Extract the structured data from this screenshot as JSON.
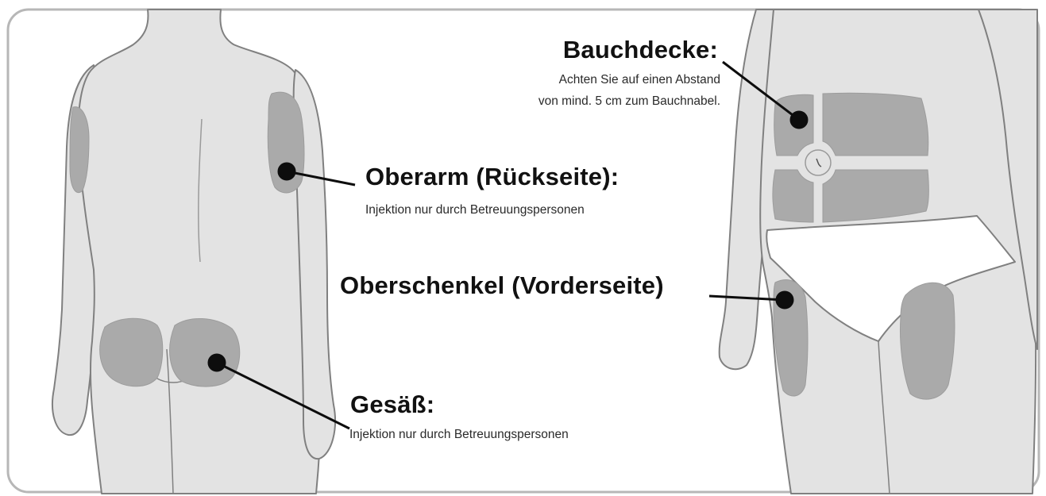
{
  "colors": {
    "skin": "#e3e3e3",
    "skin_outline": "#808080",
    "zone": "#aaaaaa",
    "dot": "#0d0d0d",
    "frame": "#b7b7b7",
    "text": "#111111"
  },
  "labels": {
    "bauchdecke": {
      "title": "Bauchdecke:",
      "note_line1": "Achten Sie auf einen Abstand",
      "note_line2": "von mind. 5 cm zum Bauchnabel."
    },
    "oberarm": {
      "title": "Oberarm (Rückseite):",
      "note": "Injektion nur durch Betreuungspersonen"
    },
    "oberschenkel": {
      "title": "Oberschenkel (Vorderseite)"
    },
    "gesaess": {
      "title": "Gesäß:",
      "note": "Injektion nur durch Betreuungspersonen"
    }
  }
}
